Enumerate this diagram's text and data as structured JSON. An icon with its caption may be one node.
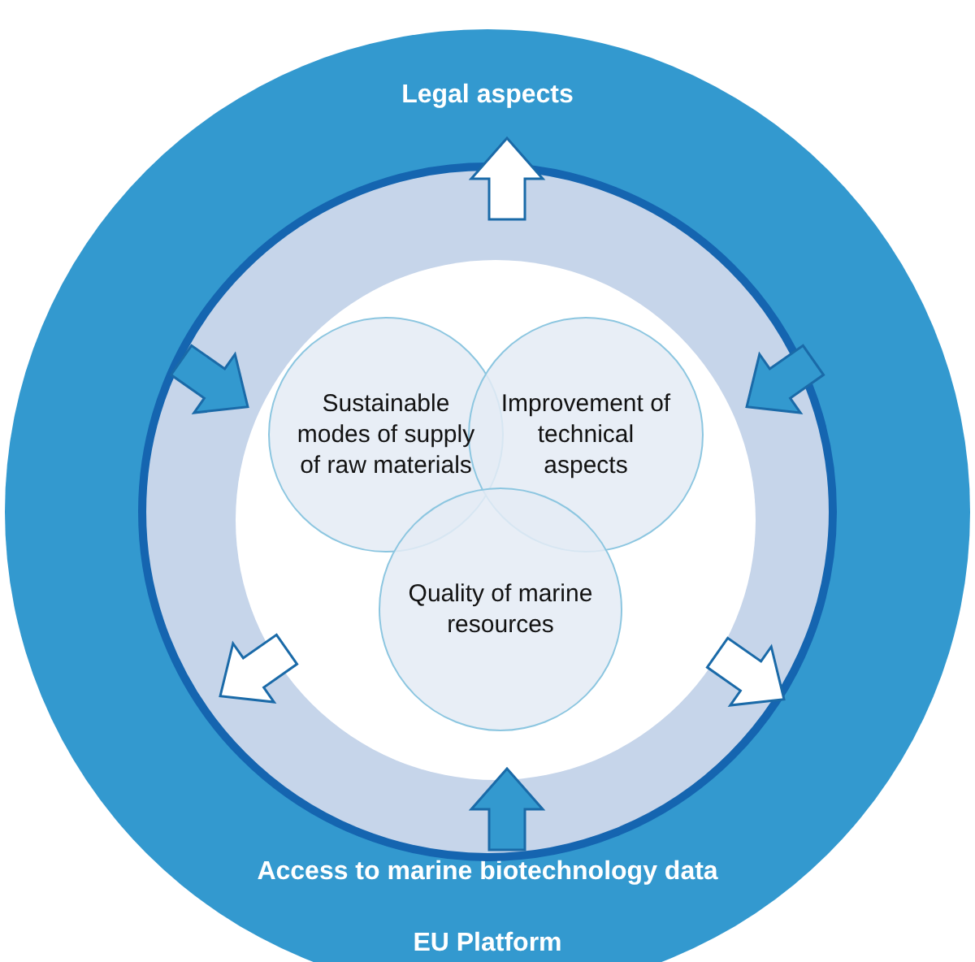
{
  "diagram": {
    "nodes": [
      {
        "text": [
          "Legal aspects",
          "Access to marine biotechnology data",
          "EU Platform"
        ]
      },
      {
        "text": [],
        "shape": "circle",
        "in": 0
      },
      {
        "text": [],
        "shape": "circle",
        "in": 1
      },
      {
        "text": [
          "Sustainable modes of supply of raw materials"
        ],
        "in": 2
      },
      {
        "text": [
          "Improvement of technical aspects"
        ],
        "in": 2
      },
      {
        "text": [
          "Quality of marine resources"
        ],
        "in": 2
      }
    ]
  }
}
